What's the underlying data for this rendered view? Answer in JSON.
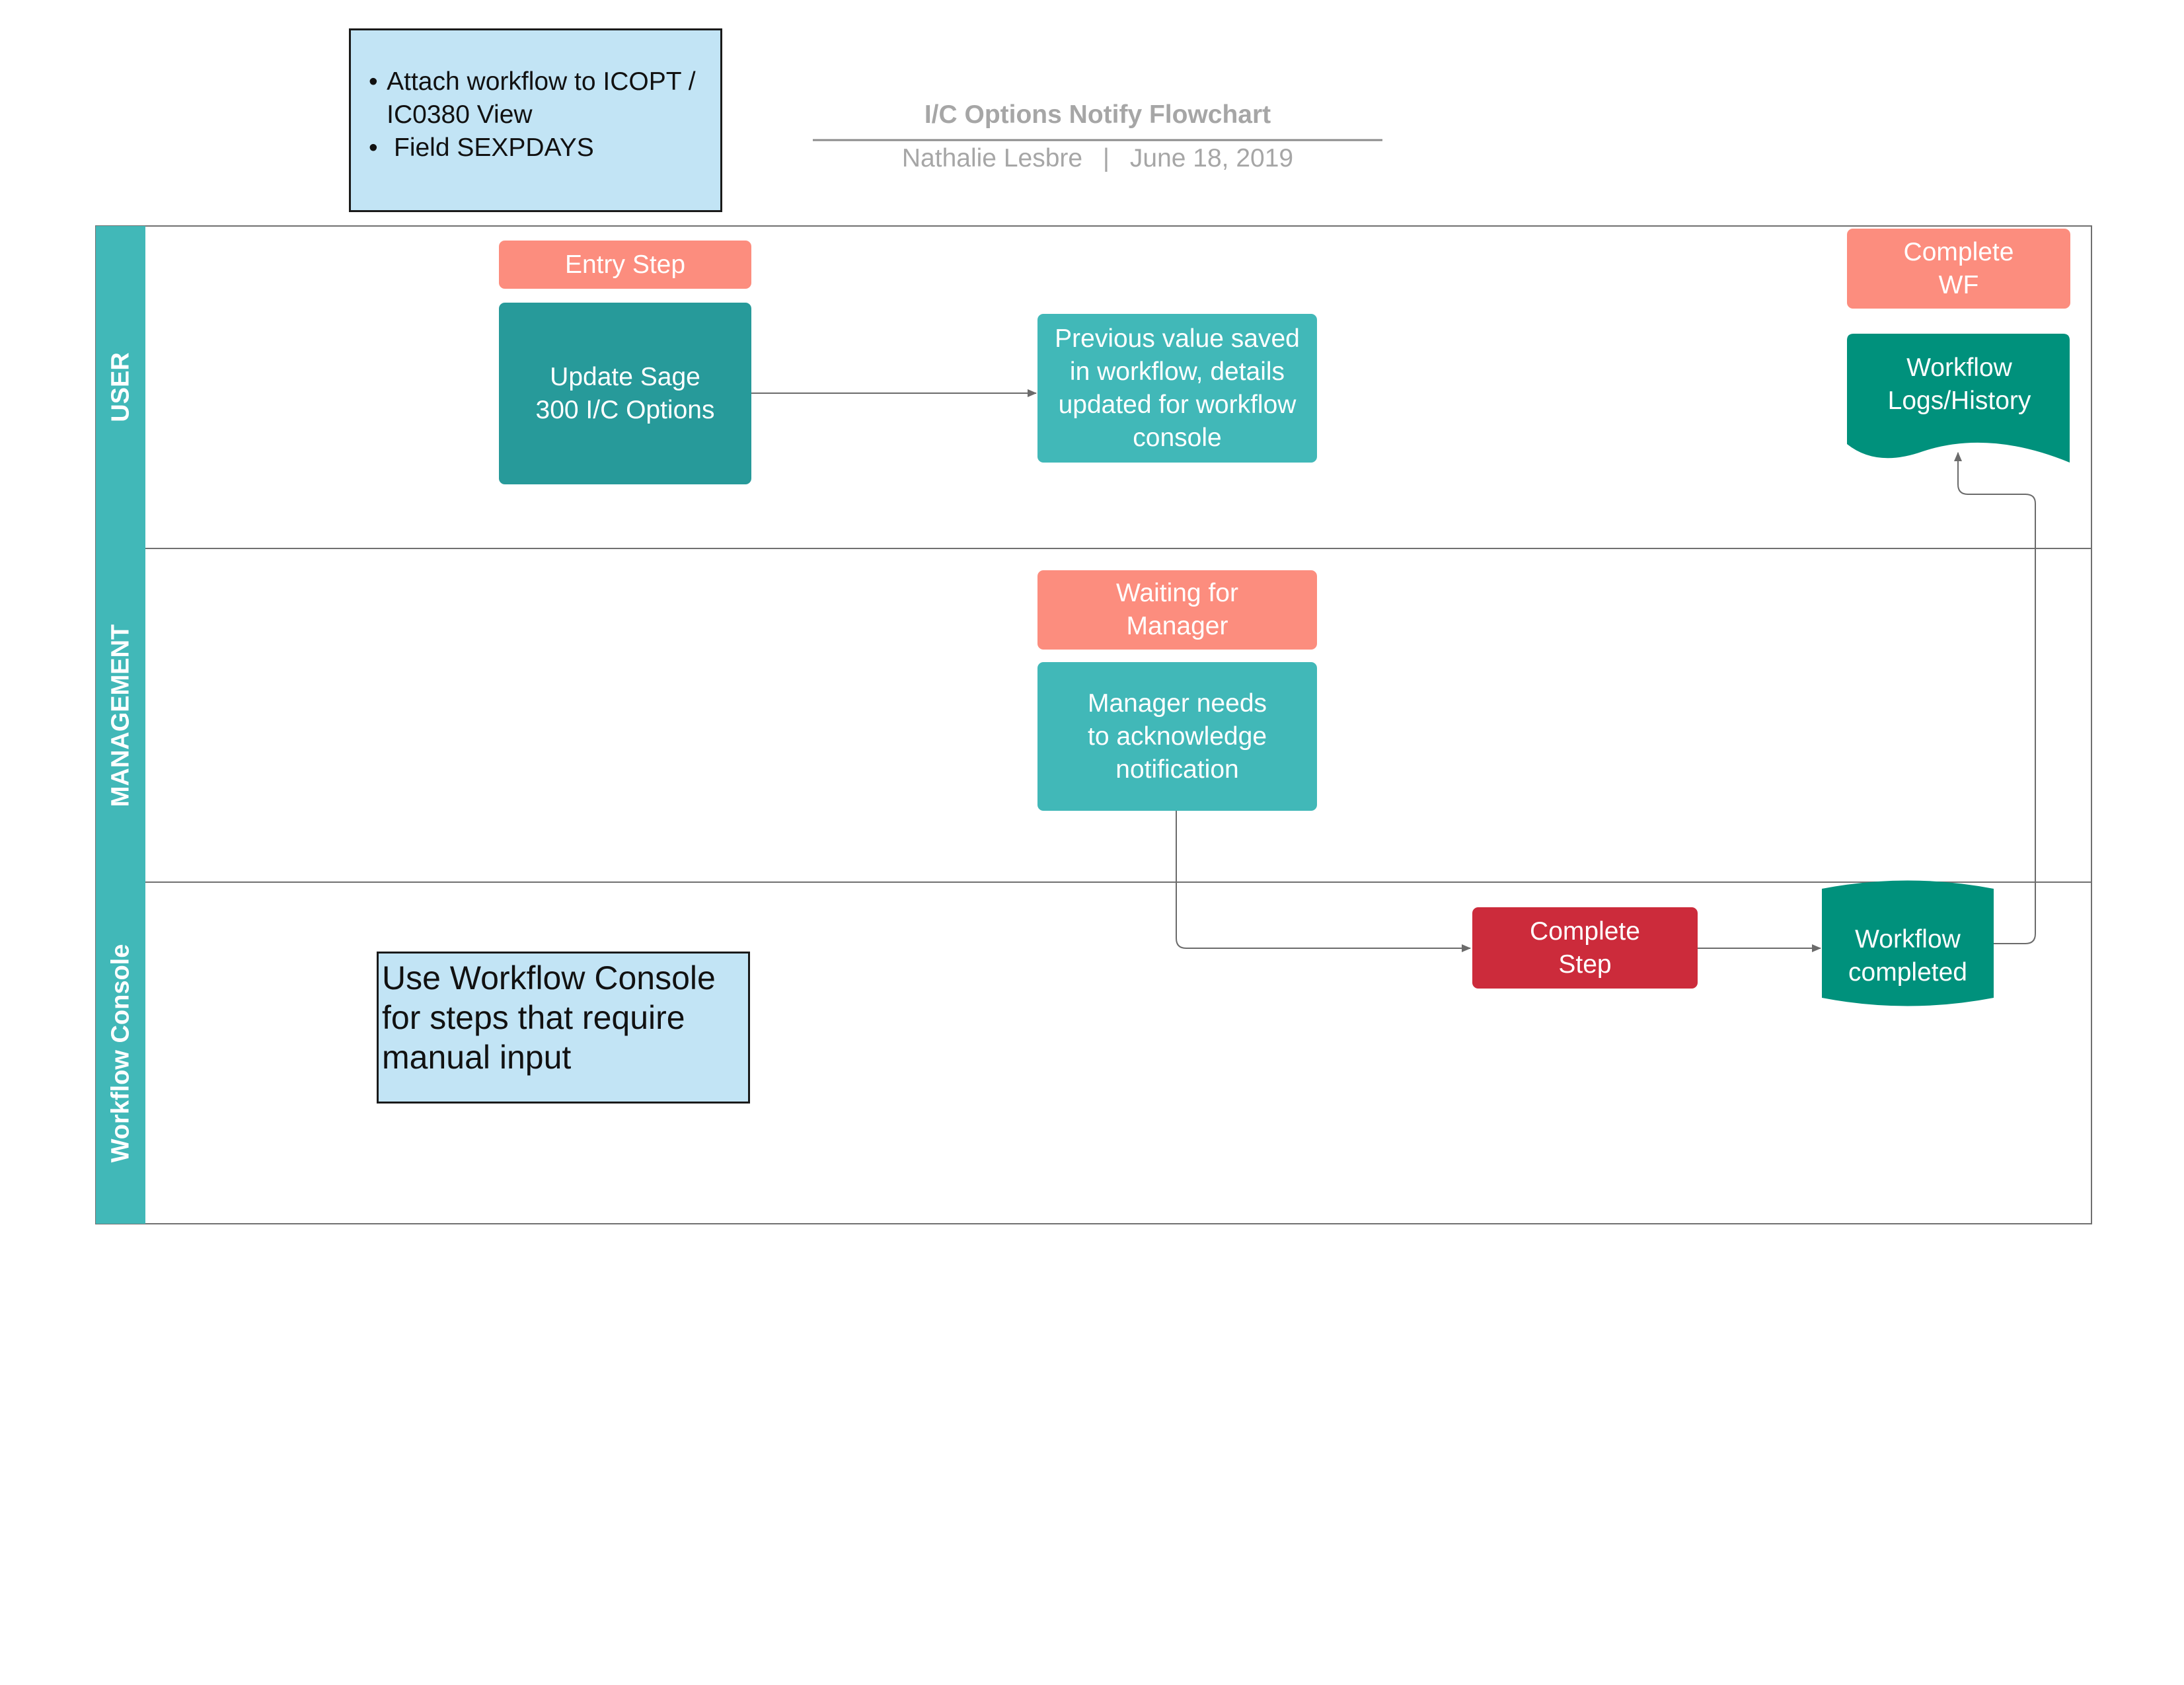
{
  "header": {
    "title": "I/C Options Notify Flowchart",
    "author": "Nathalie Lesbre",
    "separator": "|",
    "date": "June 18, 2019"
  },
  "top_note": {
    "bullets": [
      "Attach workflow to ICOPT / IC0380 View",
      "Field SEXPDAYS"
    ]
  },
  "lanes": [
    {
      "label": "USER"
    },
    {
      "label": "MANAGEMENT"
    },
    {
      "label": "Workflow Console"
    }
  ],
  "nodes": {
    "entry_step": "Entry Step",
    "update_sage": "Update Sage 300 I/C Options",
    "previous_value": "Previous value saved in workflow, details updated for workflow console",
    "complete_wf": "Complete WF",
    "workflow_logs": "Workflow Logs/History",
    "waiting_manager": "Waiting for Manager",
    "manager_ack": "Manager needs to acknowledge notification",
    "complete_step": "Complete Step",
    "workflow_completed": "Workflow completed"
  },
  "console_note": "Use Workflow Console for steps that require manual input",
  "colors": {
    "salmon": "#FC8D7E",
    "teal_dark": "#279A9A",
    "teal": "#41B8B8",
    "teal_deep": "#00917C",
    "crimson": "#CC2B3B",
    "note_blue": "#C2E4F5",
    "connector": "#6b6b6b",
    "title_gray": "#a6a6a6"
  }
}
